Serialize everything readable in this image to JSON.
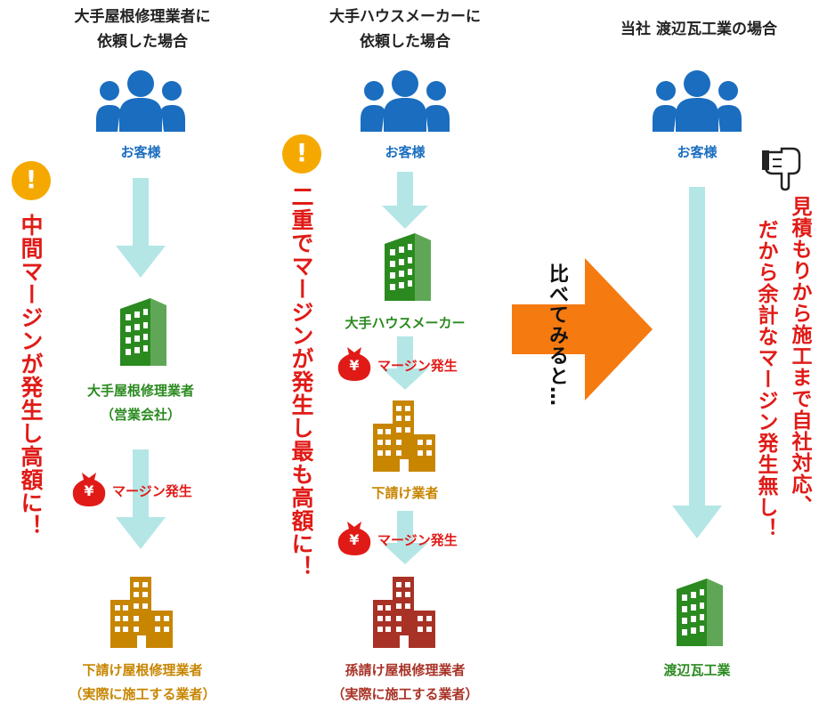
{
  "columns": [
    {
      "heading_line1": "大手屋根修理業者に",
      "heading_line2": "依頼した場合",
      "customer": "お客様",
      "company1_line1": "大手屋根修理業者",
      "company1_line2": "（営業会社）",
      "margin": "マージン発生",
      "company2_line1": "下請け屋根修理業者",
      "company2_line2": "（実際に施工する業者）",
      "side_note": "中間マージンが発生し高額に！"
    },
    {
      "heading_line1": "大手ハウスメーカーに",
      "heading_line2": "依頼した場合",
      "customer": "お客様",
      "company1": "大手ハウスメーカー",
      "margin1": "マージン発生",
      "company2": "下請け業者",
      "margin2": "マージン発生",
      "company3_line1": "孫請け屋根修理業者",
      "company3_line2": "（実際に施工する業者）",
      "side_note": "二重でマージンが発生し最も高額に！"
    },
    {
      "heading": "当社 渡辺瓦工業の場合",
      "customer": "お客様",
      "company": "渡辺瓦工業",
      "side_note_line1": "見積もりから施工まで自社対応、",
      "side_note_line2": "だから余計なマージン発生無し！"
    }
  ],
  "compare_arrow": "比べてみると…",
  "yen_symbol": "¥",
  "exclamation": "!",
  "colors": {
    "person_blue": "#1a6dbf",
    "arrow_cyan": "#b4e6e6",
    "building_green": "#2a8a1f",
    "building_gold": "#c78500",
    "building_dark_red": "#a83226",
    "alert_red": "#e01b17",
    "alert_yellow": "#f5a900",
    "compare_orange": "#f57a10"
  }
}
